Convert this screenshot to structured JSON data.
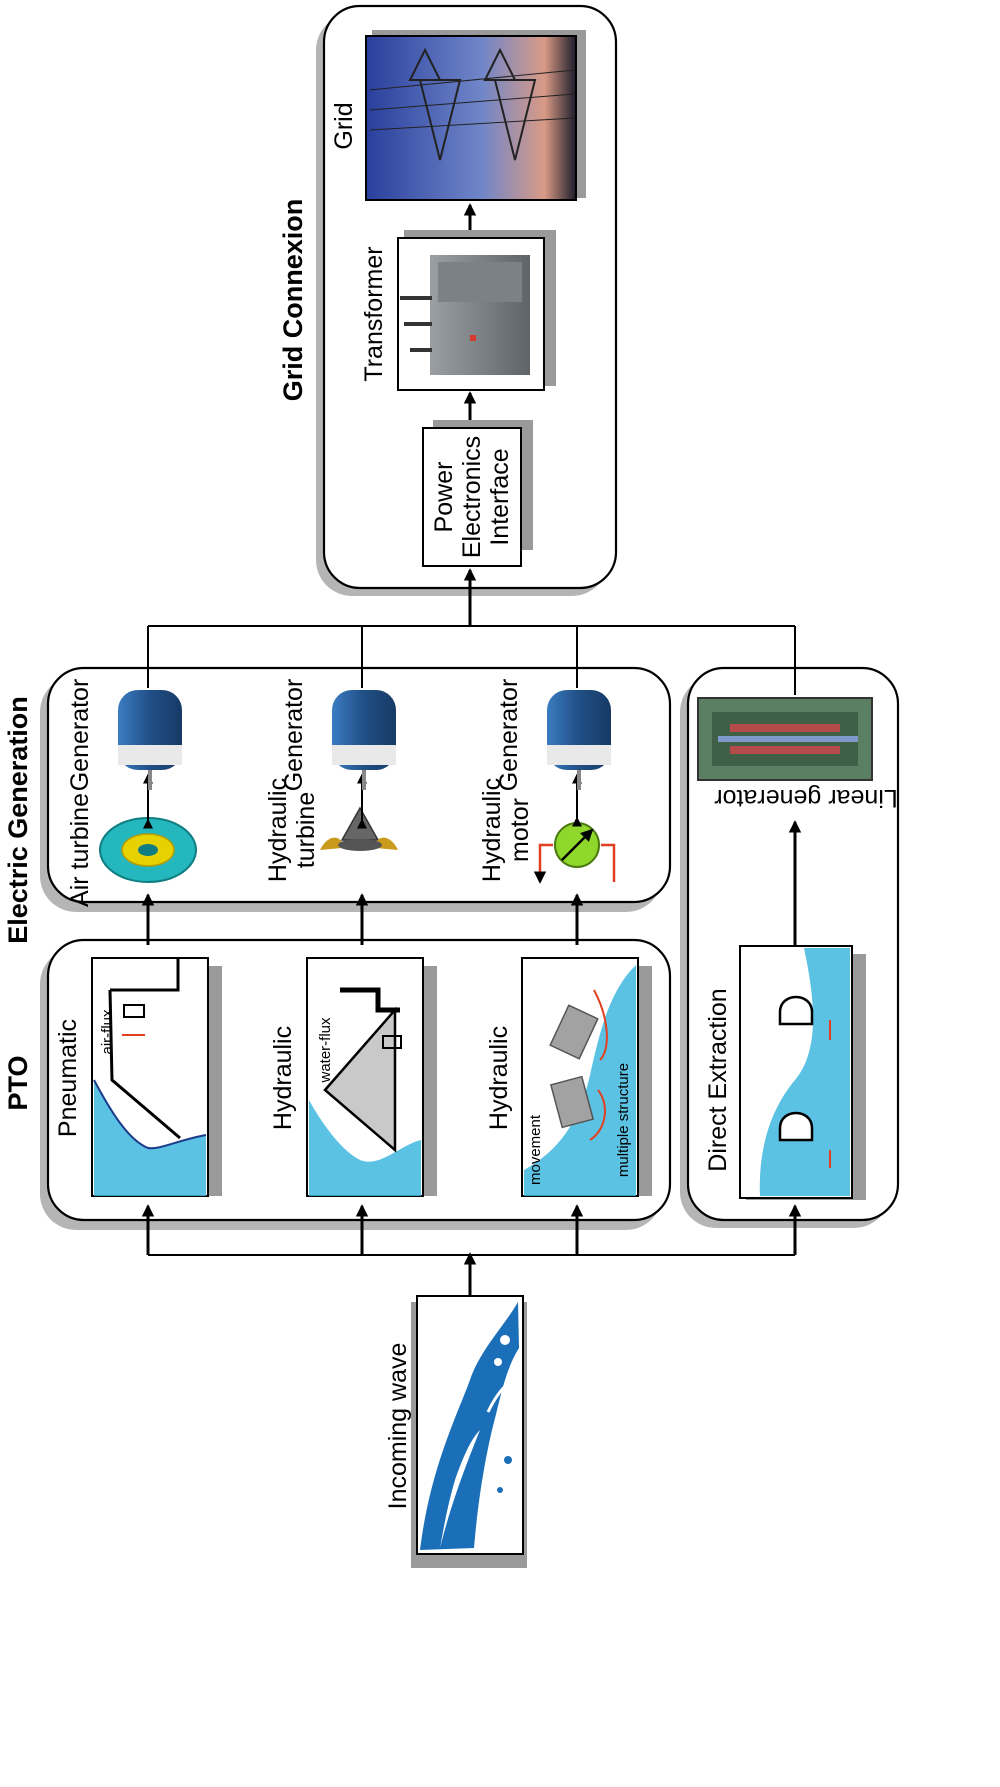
{
  "sections": {
    "pto": "PTO",
    "electric_generation": "Electric Generation",
    "grid_connexion": "Grid Connexion"
  },
  "source": {
    "label": "Incoming wave"
  },
  "pto": {
    "pneumatic": {
      "label": "Pneumatic",
      "inset": "air-flux"
    },
    "hydraulic_1": {
      "label": "Hydraulic",
      "inset": "water-flux"
    },
    "hydraulic_2": {
      "label": "Hydraulic",
      "inset_movement": "movement",
      "inset_structure": "multiple structure"
    },
    "direct": {
      "label": "Direct Extraction"
    }
  },
  "electric": {
    "air_turbine": "Air turbine",
    "hydraulic_turbine": [
      "Hydraulic",
      "turbine"
    ],
    "hydraulic_motor": [
      "Hydraulic",
      "motor"
    ],
    "generator": "Generator",
    "linear_generator": "Linear generator"
  },
  "grid": {
    "power_electronics": [
      "Power",
      "Electronics",
      "Interface"
    ],
    "transformer": "Transformer",
    "grid": "Grid"
  },
  "colors": {
    "water": "#3fb7de",
    "wave": "#1a6fb8",
    "generator": "#2a64a3",
    "turbine": "#24b7bd",
    "motor": "#8fd72a",
    "hydraulic_line": "#e0401f"
  }
}
